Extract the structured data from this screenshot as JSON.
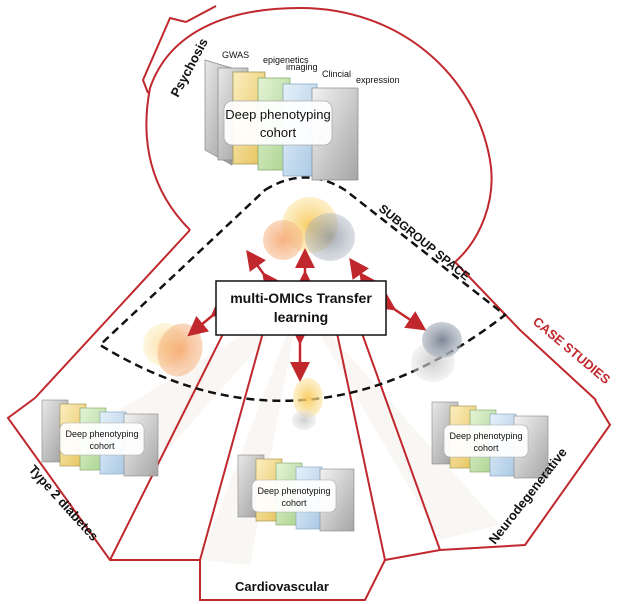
{
  "case_labels": {
    "psychosis": "Psychosis",
    "type2": "Type 2 diabetes",
    "cardio": "Cardiovascular",
    "neuro": "Neurodegenerative"
  },
  "layer_labels": [
    "GWAS",
    "epigenetics",
    "imaging",
    "Clincial",
    "expression"
  ],
  "cohort_label": "Deep phenotyping cohort",
  "cohort_label_line1": "Deep phenotyping",
  "cohort_label_line2": "cohort",
  "subgroup_space": "SUBGROUP SPACE",
  "case_studies": "CASE STUDIES",
  "center_box_line1": "multi-OMICs Transfer",
  "center_box_line2": "learning",
  "colors": {
    "red": "#c0282d",
    "layer_gray": "#b8b8b8",
    "layer_yellow": "#f2d98a",
    "layer_green": "#c6e3b0",
    "layer_blue": "#c9dff0",
    "layer_silver": "#cfcfcf",
    "blob_orange": "#f0b07a",
    "blob_yellow": "#f7d070",
    "blob_slate": "#8c95a3"
  }
}
